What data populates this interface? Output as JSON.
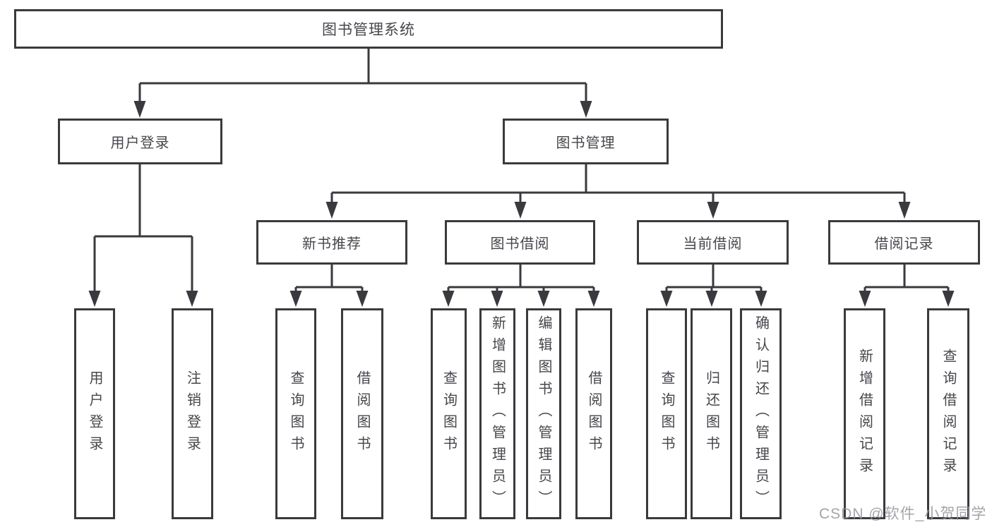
{
  "diagram": {
    "type": "hierarchy-diagram",
    "colors": {
      "line": "#3a3a3e",
      "text": "#46464c",
      "watermark": "#94949b",
      "background": "#ffffff"
    },
    "watermark": "CSDN @软件_小贺同学",
    "nodes": {
      "root": {
        "label": "图书管理系统"
      },
      "level2": [
        {
          "label": "用户登录"
        },
        {
          "label": "图书管理"
        }
      ],
      "level3": [
        {
          "label": "新书推荐",
          "parent": "图书管理"
        },
        {
          "label": "图书借阅",
          "parent": "图书管理"
        },
        {
          "label": "当前借阅",
          "parent": "图书管理"
        },
        {
          "label": "借阅记录",
          "parent": "图书管理"
        }
      ],
      "level4": [
        {
          "label": "用户登录",
          "parent": "用户登录"
        },
        {
          "label": "注销登录",
          "parent": "用户登录"
        },
        {
          "label": "查询图书",
          "parent": "新书推荐"
        },
        {
          "label": "借阅图书",
          "parent": "新书推荐"
        },
        {
          "label": "查询图书",
          "parent": "图书借阅"
        },
        {
          "label": "新增图书（管理员）",
          "parent": "图书借阅"
        },
        {
          "label": "编辑图书（管理员）",
          "parent": "图书借阅"
        },
        {
          "label": "借阅图书",
          "parent": "图书借阅"
        },
        {
          "label": "查询图书",
          "parent": "当前借阅"
        },
        {
          "label": "归还图书",
          "parent": "当前借阅"
        },
        {
          "label": "确认归还（管理员）",
          "parent": "当前借阅"
        },
        {
          "label": "新增借阅记录",
          "parent": "借阅记录"
        },
        {
          "label": "查询借阅记录",
          "parent": "借阅记录"
        }
      ]
    }
  }
}
